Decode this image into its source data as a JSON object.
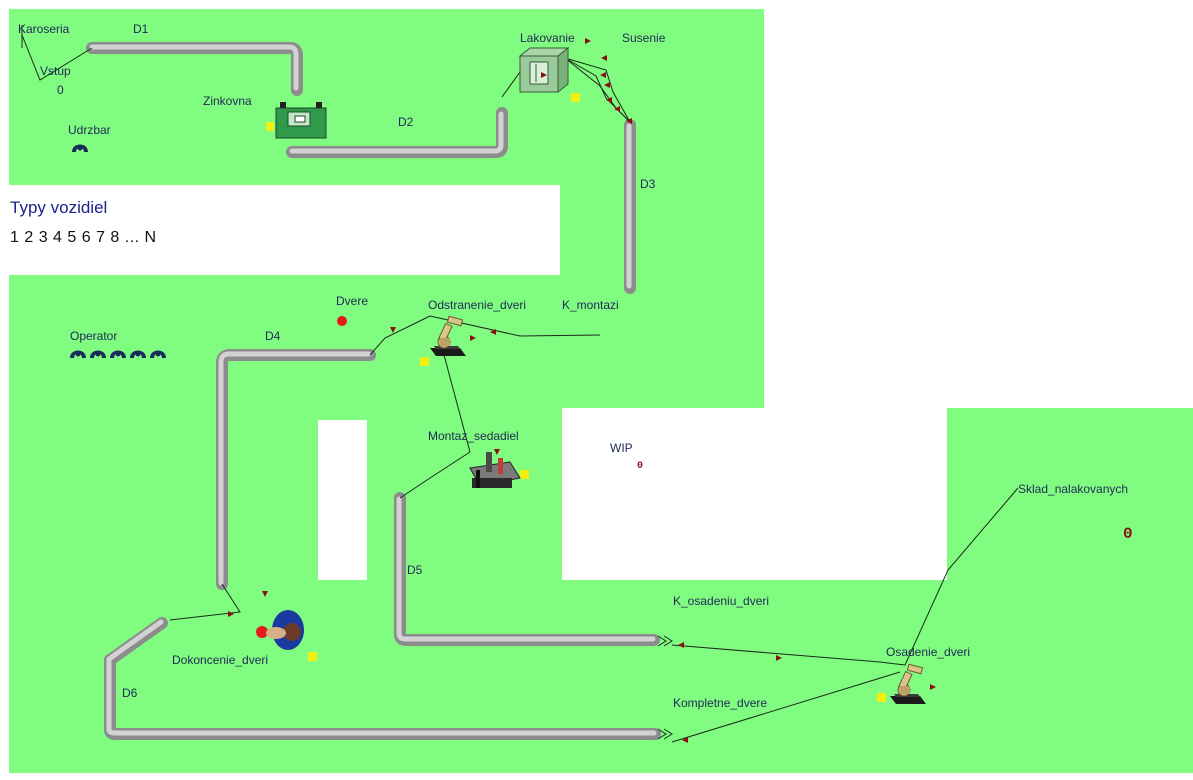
{
  "panel": {
    "title": "Typy vozidiel",
    "sequence": "1 2 3 4 5 6 7 8 ... N"
  },
  "labels": {
    "karoseria": "Karoseria",
    "vstup": "Vstup",
    "vstup_count": "0",
    "d1": "D1",
    "d2": "D2",
    "d3": "D3",
    "d4": "D4",
    "d5": "D5",
    "d6": "D6",
    "zinkovna": "Zinkovna",
    "lakovanie": "Lakovanie",
    "susenie": "Susenie",
    "udrzbar": "Udrzbar",
    "operator": "Operator",
    "dvere": "Dvere",
    "odstranenie_dveri": "Odstranenie_dveri",
    "k_montazi": "K_montazi",
    "montaz_sedadiel": "Montaz_sedadiel",
    "wip": "WIP",
    "wip_count": "0",
    "sklad_nalakovanych": "Sklad_nalakovanych",
    "sklad_count": "0",
    "k_osadeniu_dveri": "K_osadeniu_dveri",
    "osadenie_dveri": "Osadenie_dveri",
    "kompletne_dvere": "Kompletne_dvere",
    "dokoncenie_dveri": "Dokoncenie_dveri"
  },
  "colors": {
    "floor": "#80fc80",
    "empty": "#ffffff",
    "conveyor": "#8c8c8c",
    "marker": "#f5ef10",
    "counter": "#8a0f0f"
  },
  "icons": {
    "udrzbar": "worker-icon",
    "operator": "worker-group-icon",
    "zinkovna": "zinc-bath-machine-icon",
    "lakovanie": "paint-booth-icon",
    "robot": "robot-arm-icon",
    "montaz": "seat-assembly-station-icon",
    "dokoncenie": "operator-topview-icon"
  }
}
